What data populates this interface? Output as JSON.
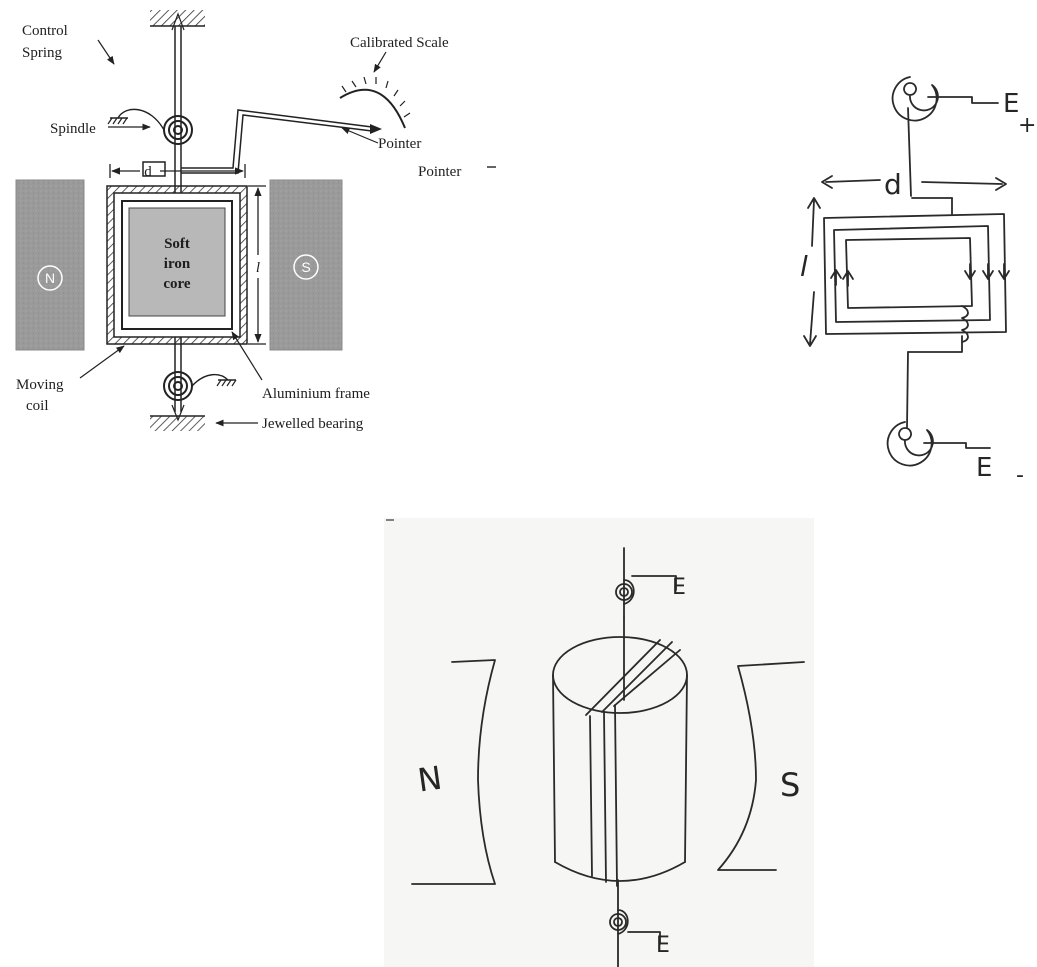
{
  "printed_diagram": {
    "control_spring_label_1": "Control",
    "control_spring_label_2": "Spring",
    "calibrated_scale_label": "Calibrated Scale",
    "spindle_label": "Spindle",
    "pointer_label": "Pointer",
    "pointer_label_2": "Pointer",
    "width_label": "d",
    "length_label": "l",
    "north_pole_label": "N",
    "south_pole_label": "S",
    "core_label_1": "Soft",
    "core_label_2": "iron",
    "core_label_3": "core",
    "moving_coil_label_1": "Moving",
    "moving_coil_label_2": "coil",
    "aluminium_frame_label": "Aluminium frame",
    "jewelled_bearing_label": "Jewelled bearing"
  },
  "coil_sketch": {
    "width_label": "d",
    "length_label": "l",
    "top_terminal_label": "E",
    "top_terminal_sign": "+",
    "bottom_terminal_label": "E",
    "bottom_terminal_sign": "-"
  },
  "cylinder_sketch": {
    "north_label": "N",
    "south_label": "S",
    "top_terminal_label": "E",
    "bottom_terminal_label": "E"
  }
}
